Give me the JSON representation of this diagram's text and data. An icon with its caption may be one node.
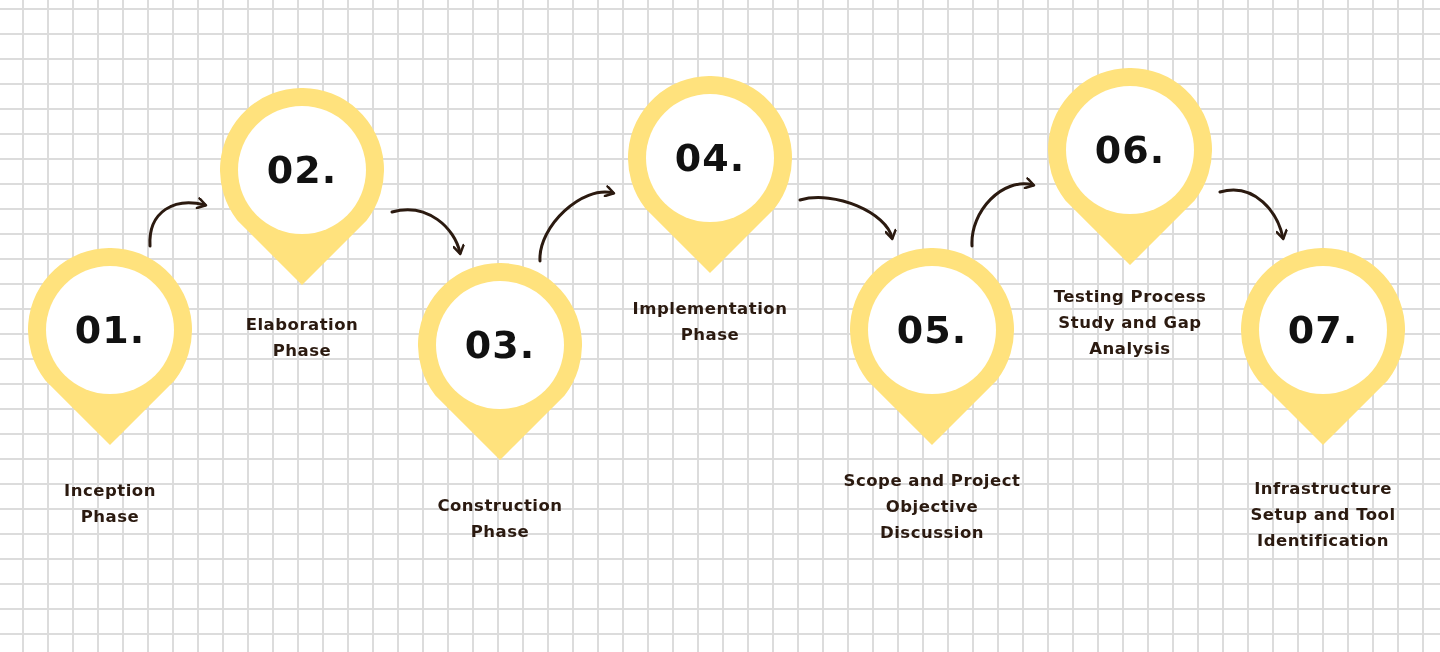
{
  "diagram": {
    "nodes": [
      {
        "text": [
          "01."
        ],
        "beside": [
          "Inception Phase"
        ]
      },
      {
        "text": [
          "02."
        ],
        "beside": [
          "Elaboration Phase"
        ]
      },
      {
        "text": [
          "03."
        ],
        "beside": [
          "Construction Phase"
        ]
      },
      {
        "text": [
          "04."
        ],
        "beside": [
          "Implementation Phase"
        ]
      },
      {
        "text": [
          "05."
        ],
        "beside": [
          "Scope and Project Objective Discussion"
        ]
      },
      {
        "text": [
          "06."
        ],
        "beside": [
          "Testing Process Study and Gap Analysis"
        ]
      },
      {
        "text": [
          "07."
        ],
        "beside": [
          "Infrastructure Setup and Tool Identification"
        ]
      }
    ],
    "edges": [
      {
        "from": 0,
        "to": 1,
        "arrow": "to"
      },
      {
        "from": 1,
        "to": 2,
        "arrow": "to"
      },
      {
        "from": 2,
        "to": 3,
        "arrow": "to"
      },
      {
        "from": 3,
        "to": 4,
        "arrow": "to"
      },
      {
        "from": 4,
        "to": 5,
        "arrow": "to"
      },
      {
        "from": 5,
        "to": 6,
        "arrow": "to"
      }
    ]
  }
}
